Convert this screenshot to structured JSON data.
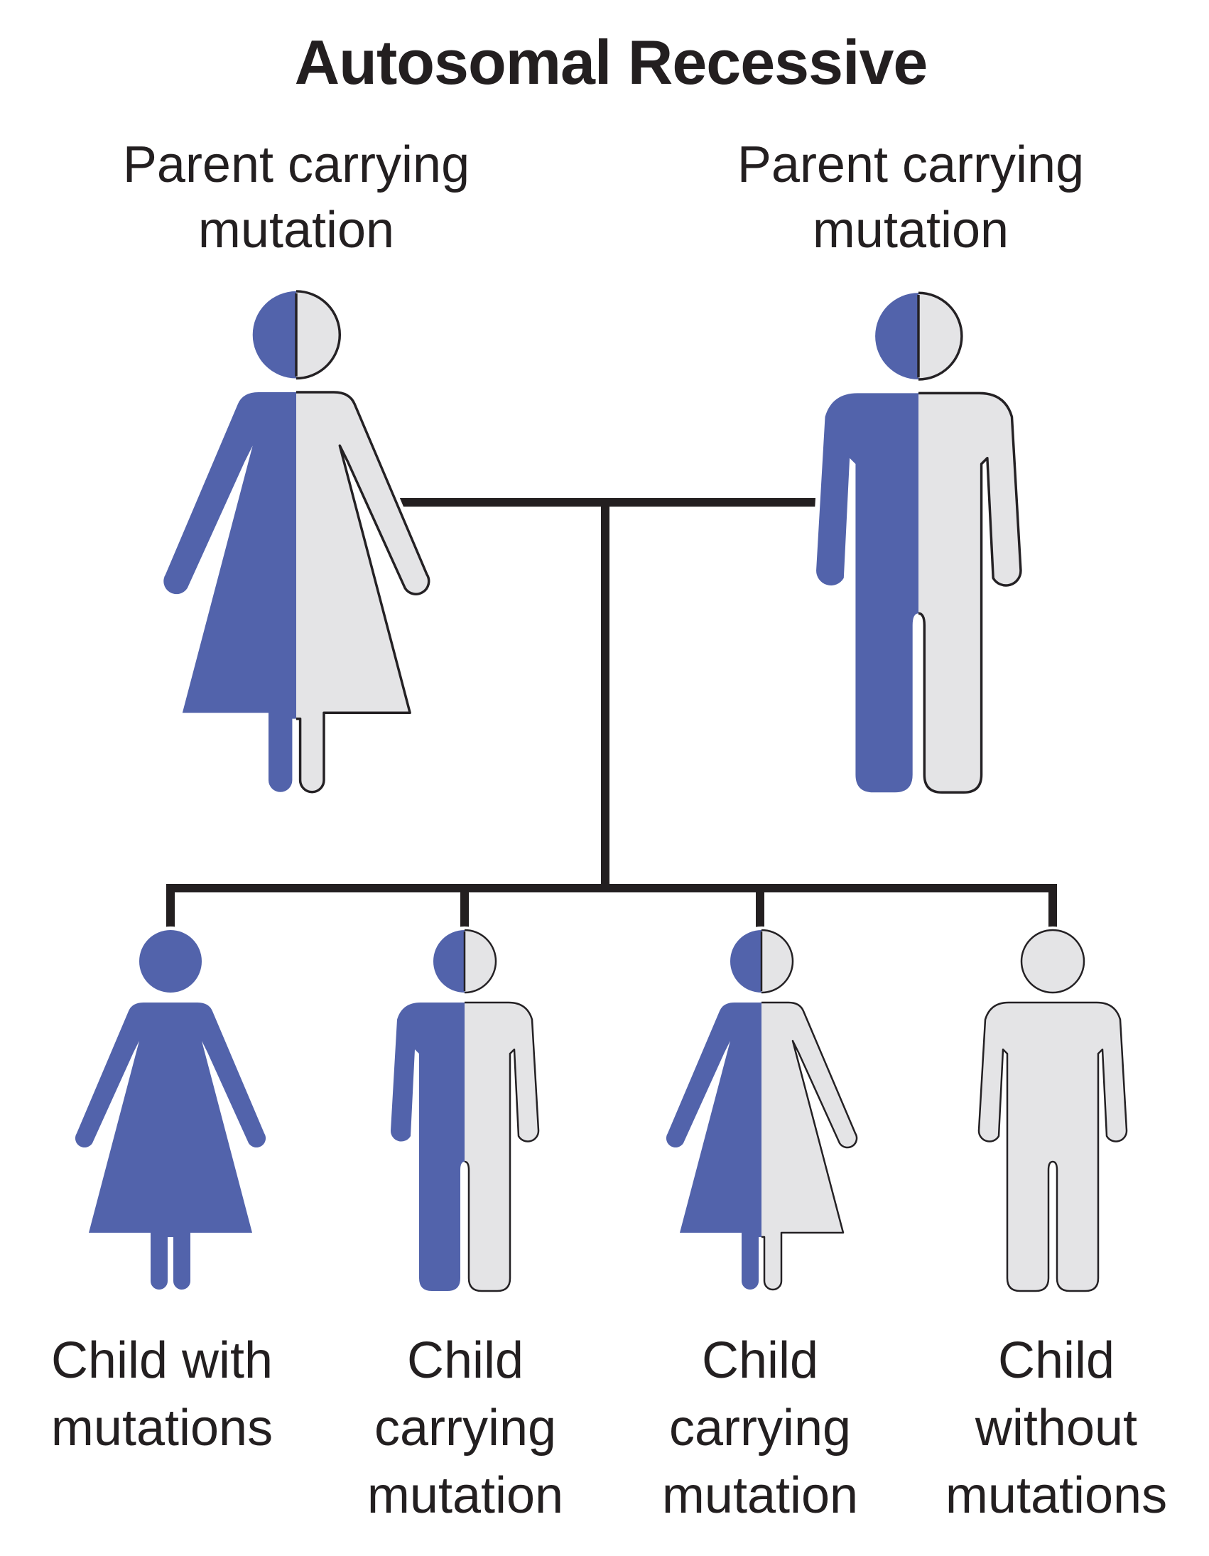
{
  "title": "Autosomal Recessive",
  "colors": {
    "mutation_blue": "#5263ab",
    "normal_gray": "#e4e4e6",
    "outline": "#242124",
    "connector_line": "#231f20",
    "text": "#231f20",
    "background": "#ffffff"
  },
  "parents": [
    {
      "id": "mother",
      "sex": "female",
      "shading": "half",
      "label_lines": [
        "Parent carrying",
        "mutation"
      ]
    },
    {
      "id": "father",
      "sex": "male",
      "shading": "half",
      "label_lines": [
        "Parent carrying",
        "mutation"
      ]
    }
  ],
  "children": [
    {
      "id": "child-1",
      "sex": "female",
      "shading": "full-blue",
      "label_lines": [
        "Child with",
        "mutations"
      ]
    },
    {
      "id": "child-2",
      "sex": "male",
      "shading": "half",
      "label_lines": [
        "Child",
        "carrying",
        "mutation"
      ]
    },
    {
      "id": "child-3",
      "sex": "female",
      "shading": "half",
      "label_lines": [
        "Child",
        "carrying",
        "mutation"
      ]
    },
    {
      "id": "child-4",
      "sex": "male",
      "shading": "none",
      "label_lines": [
        "Child",
        "without",
        "mutations"
      ]
    }
  ]
}
